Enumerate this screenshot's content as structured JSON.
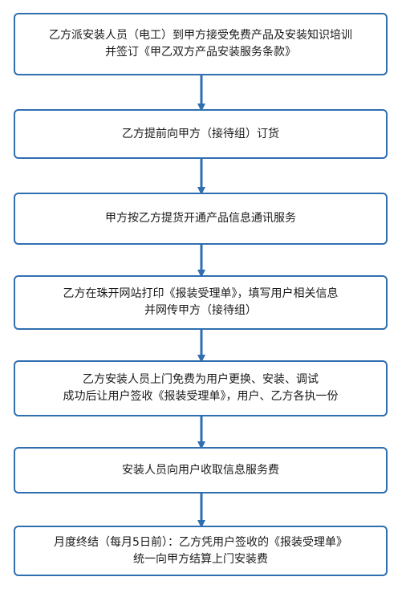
{
  "flowchart": {
    "accent_color": "#2f6fb0",
    "steps": [
      {
        "lines": [
          "乙方派安装人员（电工）到甲方接受免费产品及安装知识培训",
          "并签订《甲乙双方产品安装服务条款》"
        ]
      },
      {
        "lines": [
          "乙方提前向甲方（接待组）订货"
        ]
      },
      {
        "lines": [
          "甲方按乙方提货开通产品信息通讯服务"
        ]
      },
      {
        "lines": [
          "乙方在珠开网站打印《报装受理单》，填写用户相关信息",
          "并网传甲方（接待组）"
        ]
      },
      {
        "lines": [
          "乙方安装人员上门免费为用户更换、安装、调试",
          "成功后让用户签收《报装受理单》，用户、乙方各执一份"
        ]
      },
      {
        "lines": [
          "安装人员向用户收取信息服务费"
        ]
      },
      {
        "lines": [
          "月度终结（每月5日前）：乙方凭用户签收的《报装受理单》",
          "统一向甲方结算上门安装费"
        ]
      }
    ]
  }
}
